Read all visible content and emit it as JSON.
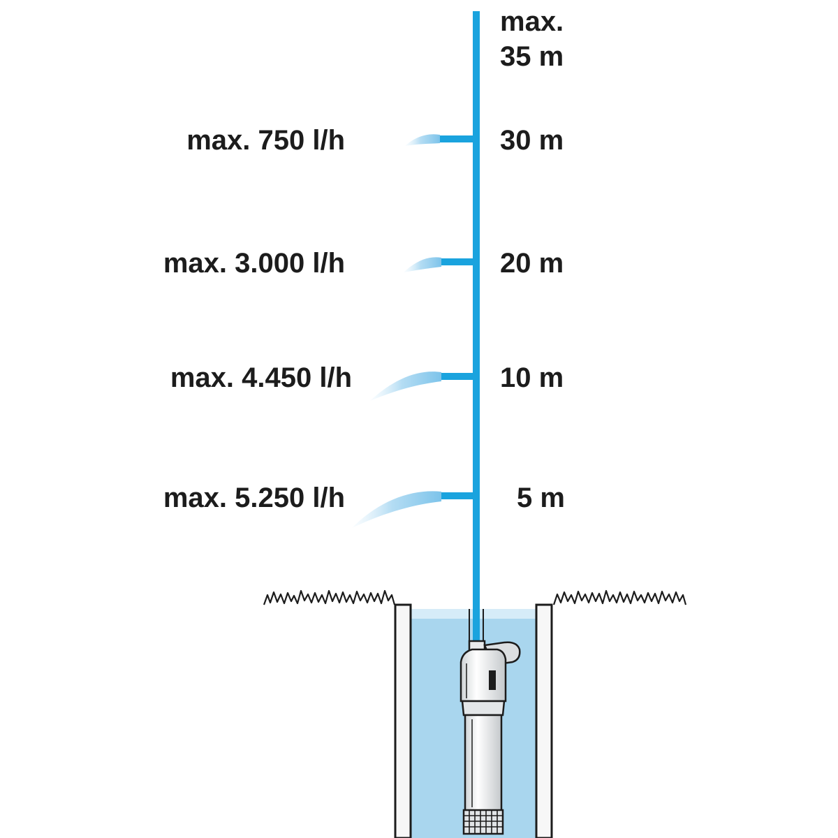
{
  "colors": {
    "pipe": "#1aa3de",
    "water": "#a9d6ee",
    "water_surface": "#d6ecf8",
    "wall": "#f7f7f7",
    "outline": "#1c1c1c",
    "text": "#1c1c1c"
  },
  "max_height": {
    "line1": "max.",
    "line2": "35 m"
  },
  "levels": [
    {
      "height": "30 m",
      "flow": "max. 750 l/h"
    },
    {
      "height": "20 m",
      "flow": "max. 3.000 l/h"
    },
    {
      "height": "10 m",
      "flow": "max. 4.450 l/h"
    },
    {
      "height": "5 m",
      "flow": "max. 5.250 l/h"
    }
  ],
  "icons": {
    "pump": "submersible-pump-icon",
    "grass": "grass-icon"
  }
}
